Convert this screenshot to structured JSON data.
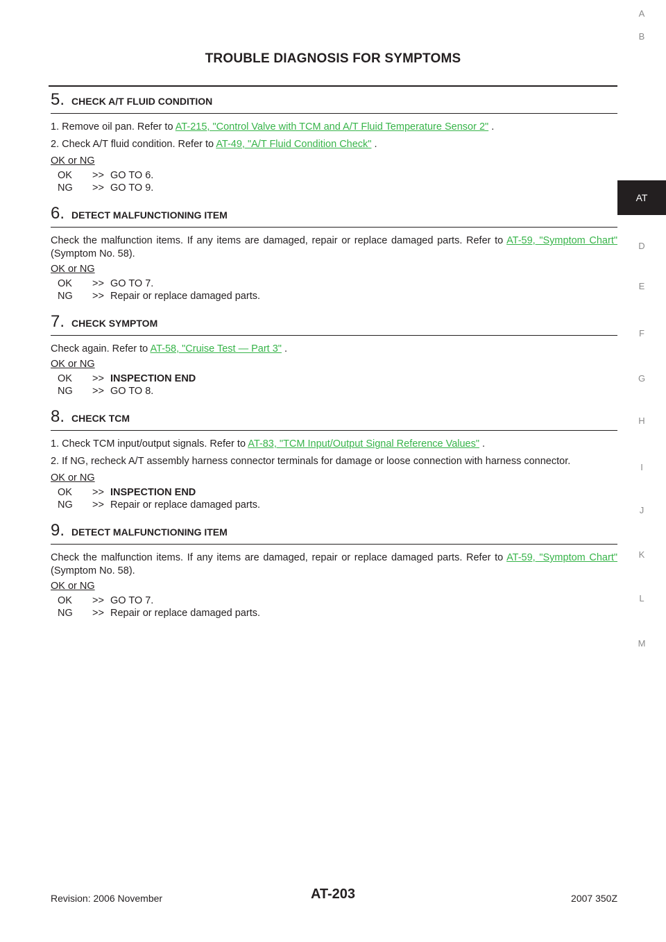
{
  "header": {
    "title": "TROUBLE DIAGNOSIS FOR SYMPTOMS"
  },
  "side_tabs": [
    "A",
    "B",
    "AT",
    "D",
    "E",
    "F",
    "G",
    "H",
    "I",
    "J",
    "K",
    "L",
    "M"
  ],
  "active_tab": "AT",
  "sections": [
    {
      "number": "5",
      "title": "CHECK A/T FLUID CONDITION",
      "steps": [
        {
          "pre": "1.  Remove oil pan. Refer to ",
          "link": "AT-215, \"Control Valve with TCM and A/T Fluid Temperature Sensor 2\"",
          "post": " ."
        },
        {
          "pre": "2.  Check A/T fluid condition. Refer to ",
          "link": "AT-49, \"A/T Fluid Condition Check\"",
          "post": " ."
        }
      ],
      "okng": "OK or NG",
      "results": [
        {
          "key": "OK",
          "arrow": ">>",
          "text": "GO TO 6.",
          "bold": false
        },
        {
          "key": "NG",
          "arrow": ">>",
          "text": "GO TO 9.",
          "bold": false
        }
      ]
    },
    {
      "number": "6",
      "title": "DETECT MALFUNCTIONING ITEM",
      "para": {
        "pre": "Check the malfunction items. If any items are damaged, repair or replace damaged parts. Refer to ",
        "link": "AT-59, \"Symptom Chart\"",
        "post": "  (Symptom No. 58)."
      },
      "okng": "OK or NG",
      "results": [
        {
          "key": "OK",
          "arrow": ">>",
          "text": "GO TO 7.",
          "bold": false
        },
        {
          "key": "NG",
          "arrow": ">>",
          "text": "Repair or replace damaged parts.",
          "bold": false
        }
      ]
    },
    {
      "number": "7",
      "title": "CHECK SYMPTOM",
      "para": {
        "pre": "Check again. Refer to ",
        "link": "AT-58, \"Cruise Test — Part 3\"",
        "post": " ."
      },
      "okng": "OK or NG",
      "results": [
        {
          "key": "OK",
          "arrow": ">>",
          "text": "INSPECTION END",
          "bold": true
        },
        {
          "key": "NG",
          "arrow": ">>",
          "text": "GO TO 8.",
          "bold": false
        }
      ]
    },
    {
      "number": "8",
      "title": "CHECK TCM",
      "steps": [
        {
          "pre": "1.  Check TCM input/output signals. Refer to ",
          "link": "AT-83, \"TCM Input/Output Signal Reference Values\"",
          "post": " ."
        },
        {
          "pre": "2.  If NG, recheck A/T assembly harness connector terminals for damage or loose connection with harness connector.",
          "link": "",
          "post": ""
        }
      ],
      "okng": "OK or NG",
      "results": [
        {
          "key": "OK",
          "arrow": ">>",
          "text": "INSPECTION END",
          "bold": true
        },
        {
          "key": "NG",
          "arrow": ">>",
          "text": "Repair or replace damaged parts.",
          "bold": false
        }
      ]
    },
    {
      "number": "9",
      "title": "DETECT MALFUNCTIONING ITEM",
      "para": {
        "pre": "Check the malfunction items. If any items are damaged, repair or replace damaged parts. Refer to ",
        "link": "AT-59, \"Symptom Chart\"",
        "post": "  (Symptom No. 58)."
      },
      "okng": "OK or NG",
      "results": [
        {
          "key": "OK",
          "arrow": ">>",
          "text": "GO TO 7.",
          "bold": false
        },
        {
          "key": "NG",
          "arrow": ">>",
          "text": "Repair or replace damaged parts.",
          "bold": false
        }
      ]
    }
  ],
  "footer": {
    "revision": "Revision: 2006 November",
    "page": "AT-203",
    "model": "2007 350Z"
  },
  "colors": {
    "link": "#37b449",
    "text": "#231f20",
    "tab_inactive": "#8a8a8a"
  }
}
